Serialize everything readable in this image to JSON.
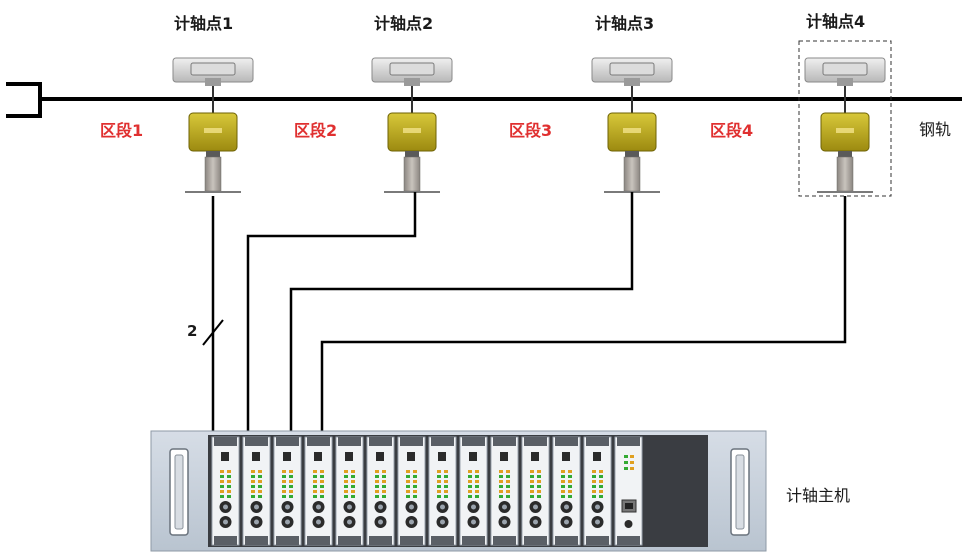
{
  "axle_points": [
    {
      "label": "计轴点1"
    },
    {
      "label": "计轴点2"
    },
    {
      "label": "计轴点3"
    },
    {
      "label": "计轴点4"
    }
  ],
  "sections": [
    {
      "label": "区段1"
    },
    {
      "label": "区段2"
    },
    {
      "label": "区段3"
    },
    {
      "label": "区段4"
    }
  ],
  "rail_label": "钢轨",
  "host_label": "计轴主机",
  "cable_count_label": "2",
  "colors": {
    "section_text": "#e03030",
    "sensor_box": "#c8b41e",
    "rack_frame": "#c7d1dc",
    "line": "#000000"
  },
  "rack": {
    "card_count": 14,
    "has_controller_card": true
  }
}
